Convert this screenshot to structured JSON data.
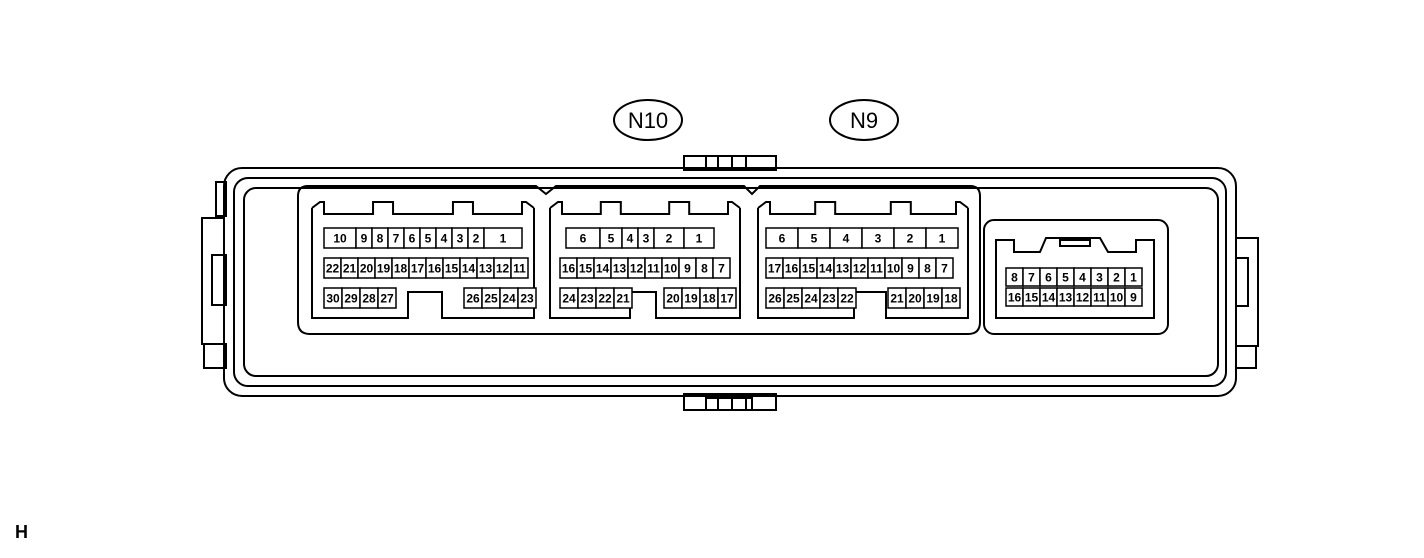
{
  "connector_labels": [
    "N10",
    "N9"
  ],
  "corner_letter": "H",
  "connectors": [
    {
      "name": "a",
      "rows": [
        [
          "10",
          "9",
          "8",
          "7",
          "6",
          "5",
          "4",
          "3",
          "2",
          "1"
        ],
        [
          "22",
          "21",
          "20",
          "19",
          "18",
          "17",
          "16",
          "15",
          "14",
          "13",
          "12",
          "11"
        ],
        [
          "30",
          "29",
          "28",
          "27",
          "26",
          "25",
          "24",
          "23"
        ]
      ]
    },
    {
      "name": "b",
      "rows": [
        [
          "6",
          "5",
          "4",
          "3",
          "2",
          "1"
        ],
        [
          "16",
          "15",
          "14",
          "13",
          "12",
          "11",
          "10",
          "9",
          "8",
          "7"
        ],
        [
          "24",
          "23",
          "22",
          "21",
          "20",
          "19",
          "18",
          "17"
        ]
      ]
    },
    {
      "name": "c",
      "rows": [
        [
          "6",
          "5",
          "4",
          "3",
          "2",
          "1"
        ],
        [
          "17",
          "16",
          "15",
          "14",
          "13",
          "12",
          "11",
          "10",
          "9",
          "8",
          "7"
        ],
        [
          "26",
          "25",
          "24",
          "23",
          "22",
          "21",
          "20",
          "19",
          "18"
        ]
      ]
    },
    {
      "name": "d",
      "rows": [
        [
          "8",
          "7",
          "6",
          "5",
          "4",
          "3",
          "2",
          "1"
        ],
        [
          "16",
          "15",
          "14",
          "13",
          "12",
          "11",
          "10",
          "9"
        ]
      ]
    }
  ]
}
